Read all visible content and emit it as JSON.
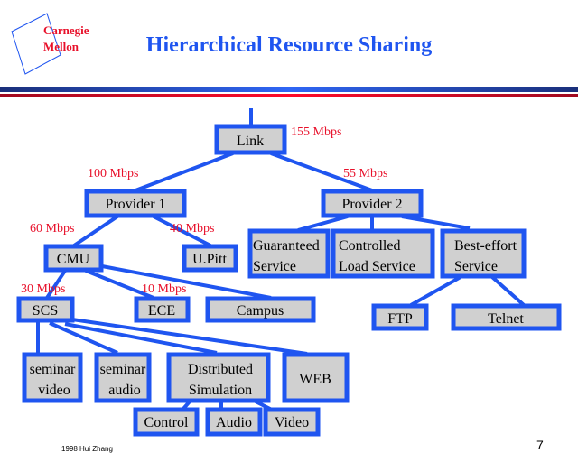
{
  "logo": {
    "line1": "Carnegie",
    "line2": "Mellon"
  },
  "title": "Hierarchical Resource Sharing",
  "colors": {
    "accent": "#1f55f0",
    "bandwidth": "#e8102a",
    "box_fill": "#d0d0d0"
  },
  "nodes": {
    "link": "Link",
    "provider1": "Provider 1",
    "provider2": "Provider 2",
    "guaranteed": [
      "Guaranteed",
      "Service"
    ],
    "controlled": [
      "Controlled",
      "Load Service"
    ],
    "besteffort": [
      "Best-effort",
      "Service"
    ],
    "cmu": "CMU",
    "upitt": "U.Pitt",
    "scs": "SCS",
    "ece": "ECE",
    "campus": "Campus",
    "ftp": "FTP",
    "telnet": "Telnet",
    "seminar_video": [
      "seminar",
      "video"
    ],
    "seminar_audio": [
      "seminar",
      "audio"
    ],
    "dist_sim": [
      "Distributed",
      "Simulation"
    ],
    "web": "WEB",
    "control": "Control",
    "audio": "Audio",
    "video": "Video"
  },
  "bandwidths": {
    "link": "155 Mbps",
    "provider1": "100 Mbps",
    "provider2": "55 Mbps",
    "cmu": "60 Mbps",
    "upitt": "40 Mbps",
    "scs": "30 Mbps",
    "ece": "10 Mbps"
  },
  "footer": {
    "credit": "1998  Hui Zhang",
    "page": "7"
  }
}
